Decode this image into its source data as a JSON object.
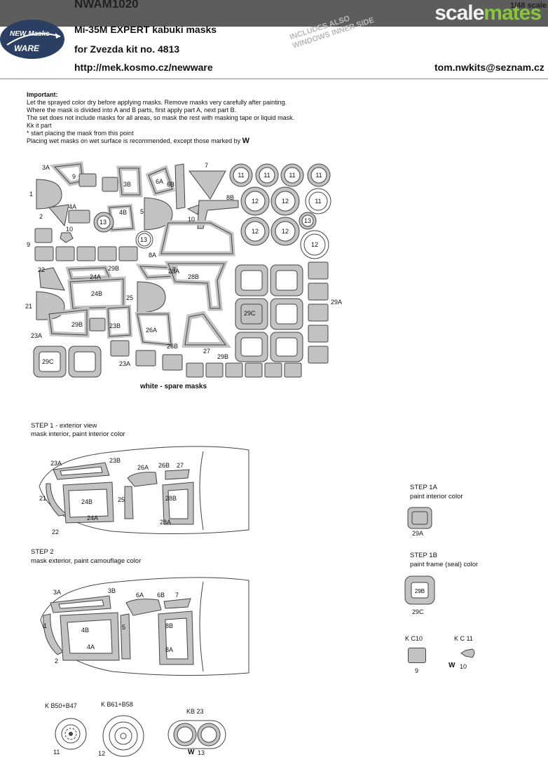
{
  "header": {
    "code": "NWAM1020",
    "scale": "1/48 scale",
    "title": "Mi-35M EXPERT kabuki masks",
    "kit": "for Zvezda kit no. 4813",
    "url": "http://mek.kosmo.cz/newware",
    "email": "tom.nwkits@seznam.cz",
    "logo_line1": "NEW Masks",
    "logo_line2": "WARE",
    "watermark_a": "scale",
    "watermark_b": "mates",
    "stamp_line1": "INCLUDES ALSO",
    "stamp_line2": "WINDOWS INNER SIDE",
    "colors": {
      "bar": "#5d5d5d",
      "watermark_green": "#8bc43f",
      "mask_fill": "#c2c2c2"
    }
  },
  "instructions": {
    "heading": "Important:",
    "lines": [
      "Let the sprayed color dry before applying masks. Remove masks very carefully after painting.",
      "Where the mask is divided into A and B parts, first apply part A, next part B.",
      "The set does not include masks for all areas, so mask the rest with masking tape or liquid mask.",
      "Kk it part",
      "* start placing the mask from this point",
      "Placing wet masks on wet surface is recommended, except those marked by"
    ],
    "wet_mark": "W"
  },
  "sheet": {
    "spare_label": "white - spare masks",
    "part_labels": [
      "3A",
      "9",
      "3B",
      "6A",
      "6B",
      "7",
      "1",
      "4A",
      "4B",
      "5",
      "10",
      "8B",
      "2",
      "10",
      "13",
      "13",
      "8A",
      "9",
      "22",
      "24A",
      "29B",
      "28A",
      "28B",
      "24B",
      "21",
      "25",
      "29A",
      "29C",
      "29B",
      "23B",
      "26A",
      "23A",
      "26B",
      "27",
      "29B",
      "29C",
      "23A"
    ],
    "round_labels": [
      "11",
      "11",
      "11",
      "11",
      "12",
      "12",
      "11",
      "13",
      "12",
      "12",
      "12"
    ]
  },
  "steps": {
    "step1_title": "STEP 1 - exterior view",
    "step1_sub": "mask interior, paint interior color",
    "step1_labels": [
      "23A",
      "23B",
      "26A",
      "26B",
      "27",
      "21",
      "24B",
      "25",
      "28B",
      "24A",
      "28A",
      "22"
    ],
    "step2_title": "STEP 2",
    "step2_sub": "mask exterior, paint camouflage color",
    "step2_labels": [
      "3A",
      "3B",
      "6A",
      "6B",
      "7",
      "1",
      "4B",
      "5",
      "8B",
      "4A",
      "8A",
      "2"
    ],
    "step1a_title": "STEP 1A",
    "step1a_sub": "paint interior color",
    "step1a_part": "29A",
    "step1b_title": "STEP 1B",
    "step1b_sub": "paint frame (seal) color",
    "step1b_inner": "29B",
    "step1b_part": "29C",
    "kc10_label": "K C10",
    "kc10_part": "9",
    "kc11_label": "K C 11",
    "kc11_part": "10",
    "kb50_label": "K B50+B47",
    "kb50_part": "11",
    "kb61_label": "K B61+B58",
    "kb61_part": "12",
    "kb23_label": "KB 23",
    "kb23_part": "13"
  }
}
